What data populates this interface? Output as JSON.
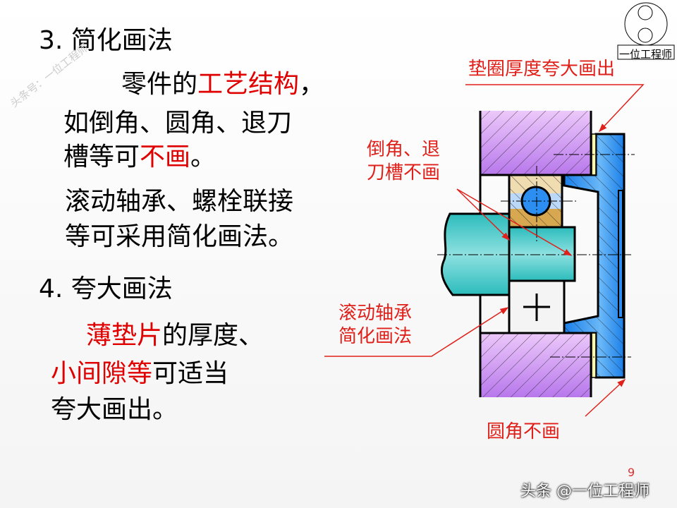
{
  "section3": {
    "title": "3. 简化画法",
    "p1a": "零件的",
    "p1b": "工艺结构",
    "p1c": "，",
    "p2": "如倒角、圆角、退刀",
    "p3a": "槽等可",
    "p3b": "不画",
    "p3c": "。",
    "p4": "滚动轴承、螺栓联接",
    "p5": "等可采用简化画法。"
  },
  "section4": {
    "title": "4. 夸大画法",
    "p1a": "薄垫片",
    "p1b": "的厚度、",
    "p2a": "小间隙等",
    "p2b": "可适当",
    "p3": "夸大画出。"
  },
  "labels": {
    "washer": "垫圈厚度夸大画出",
    "chamfer1": "倒角、退",
    "chamfer2": "刀槽不画",
    "bearing1": "滚动轴承",
    "bearing2": "简化画法",
    "fillet": "圆角不画"
  },
  "page_number": "9",
  "watermark": "头条 @一位工程师",
  "side_watermark": "头条号：一位工程师",
  "logo_text": "一位工程师",
  "colors": {
    "red": "#e00000",
    "purple": "#c98cf0",
    "blue": "#2b8ef0",
    "teal": "#3cc8c8"
  }
}
